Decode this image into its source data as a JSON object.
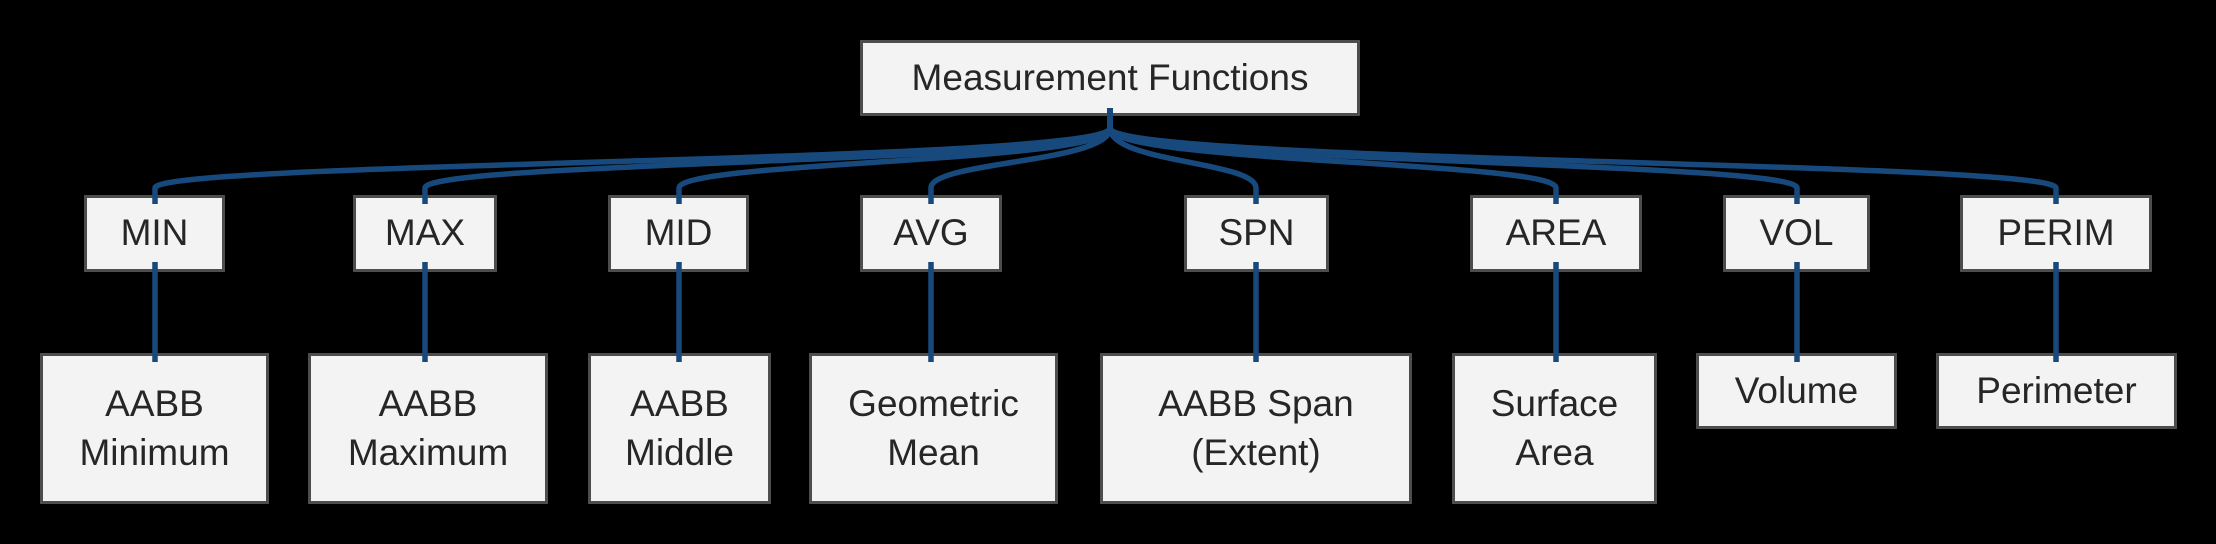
{
  "diagram": {
    "title": "Measurement Functions",
    "colors": {
      "background": "#000000",
      "node_fill": "#f3f3f3",
      "node_border": "#4d4d4d",
      "text": "#262626",
      "edge": "#17497d"
    },
    "children": [
      {
        "label": "MIN",
        "description": "AABB Minimum"
      },
      {
        "label": "MAX",
        "description": "AABB Maximum"
      },
      {
        "label": "MID",
        "description": "AABB Middle"
      },
      {
        "label": "AVG",
        "description": "Geometric Mean"
      },
      {
        "label": "SPN",
        "description": "AABB Span (Extent)"
      },
      {
        "label": "AREA",
        "description": "Surface Area"
      },
      {
        "label": "VOL",
        "description": "Volume"
      },
      {
        "label": "PERIM",
        "description": "Perimeter"
      }
    ]
  }
}
